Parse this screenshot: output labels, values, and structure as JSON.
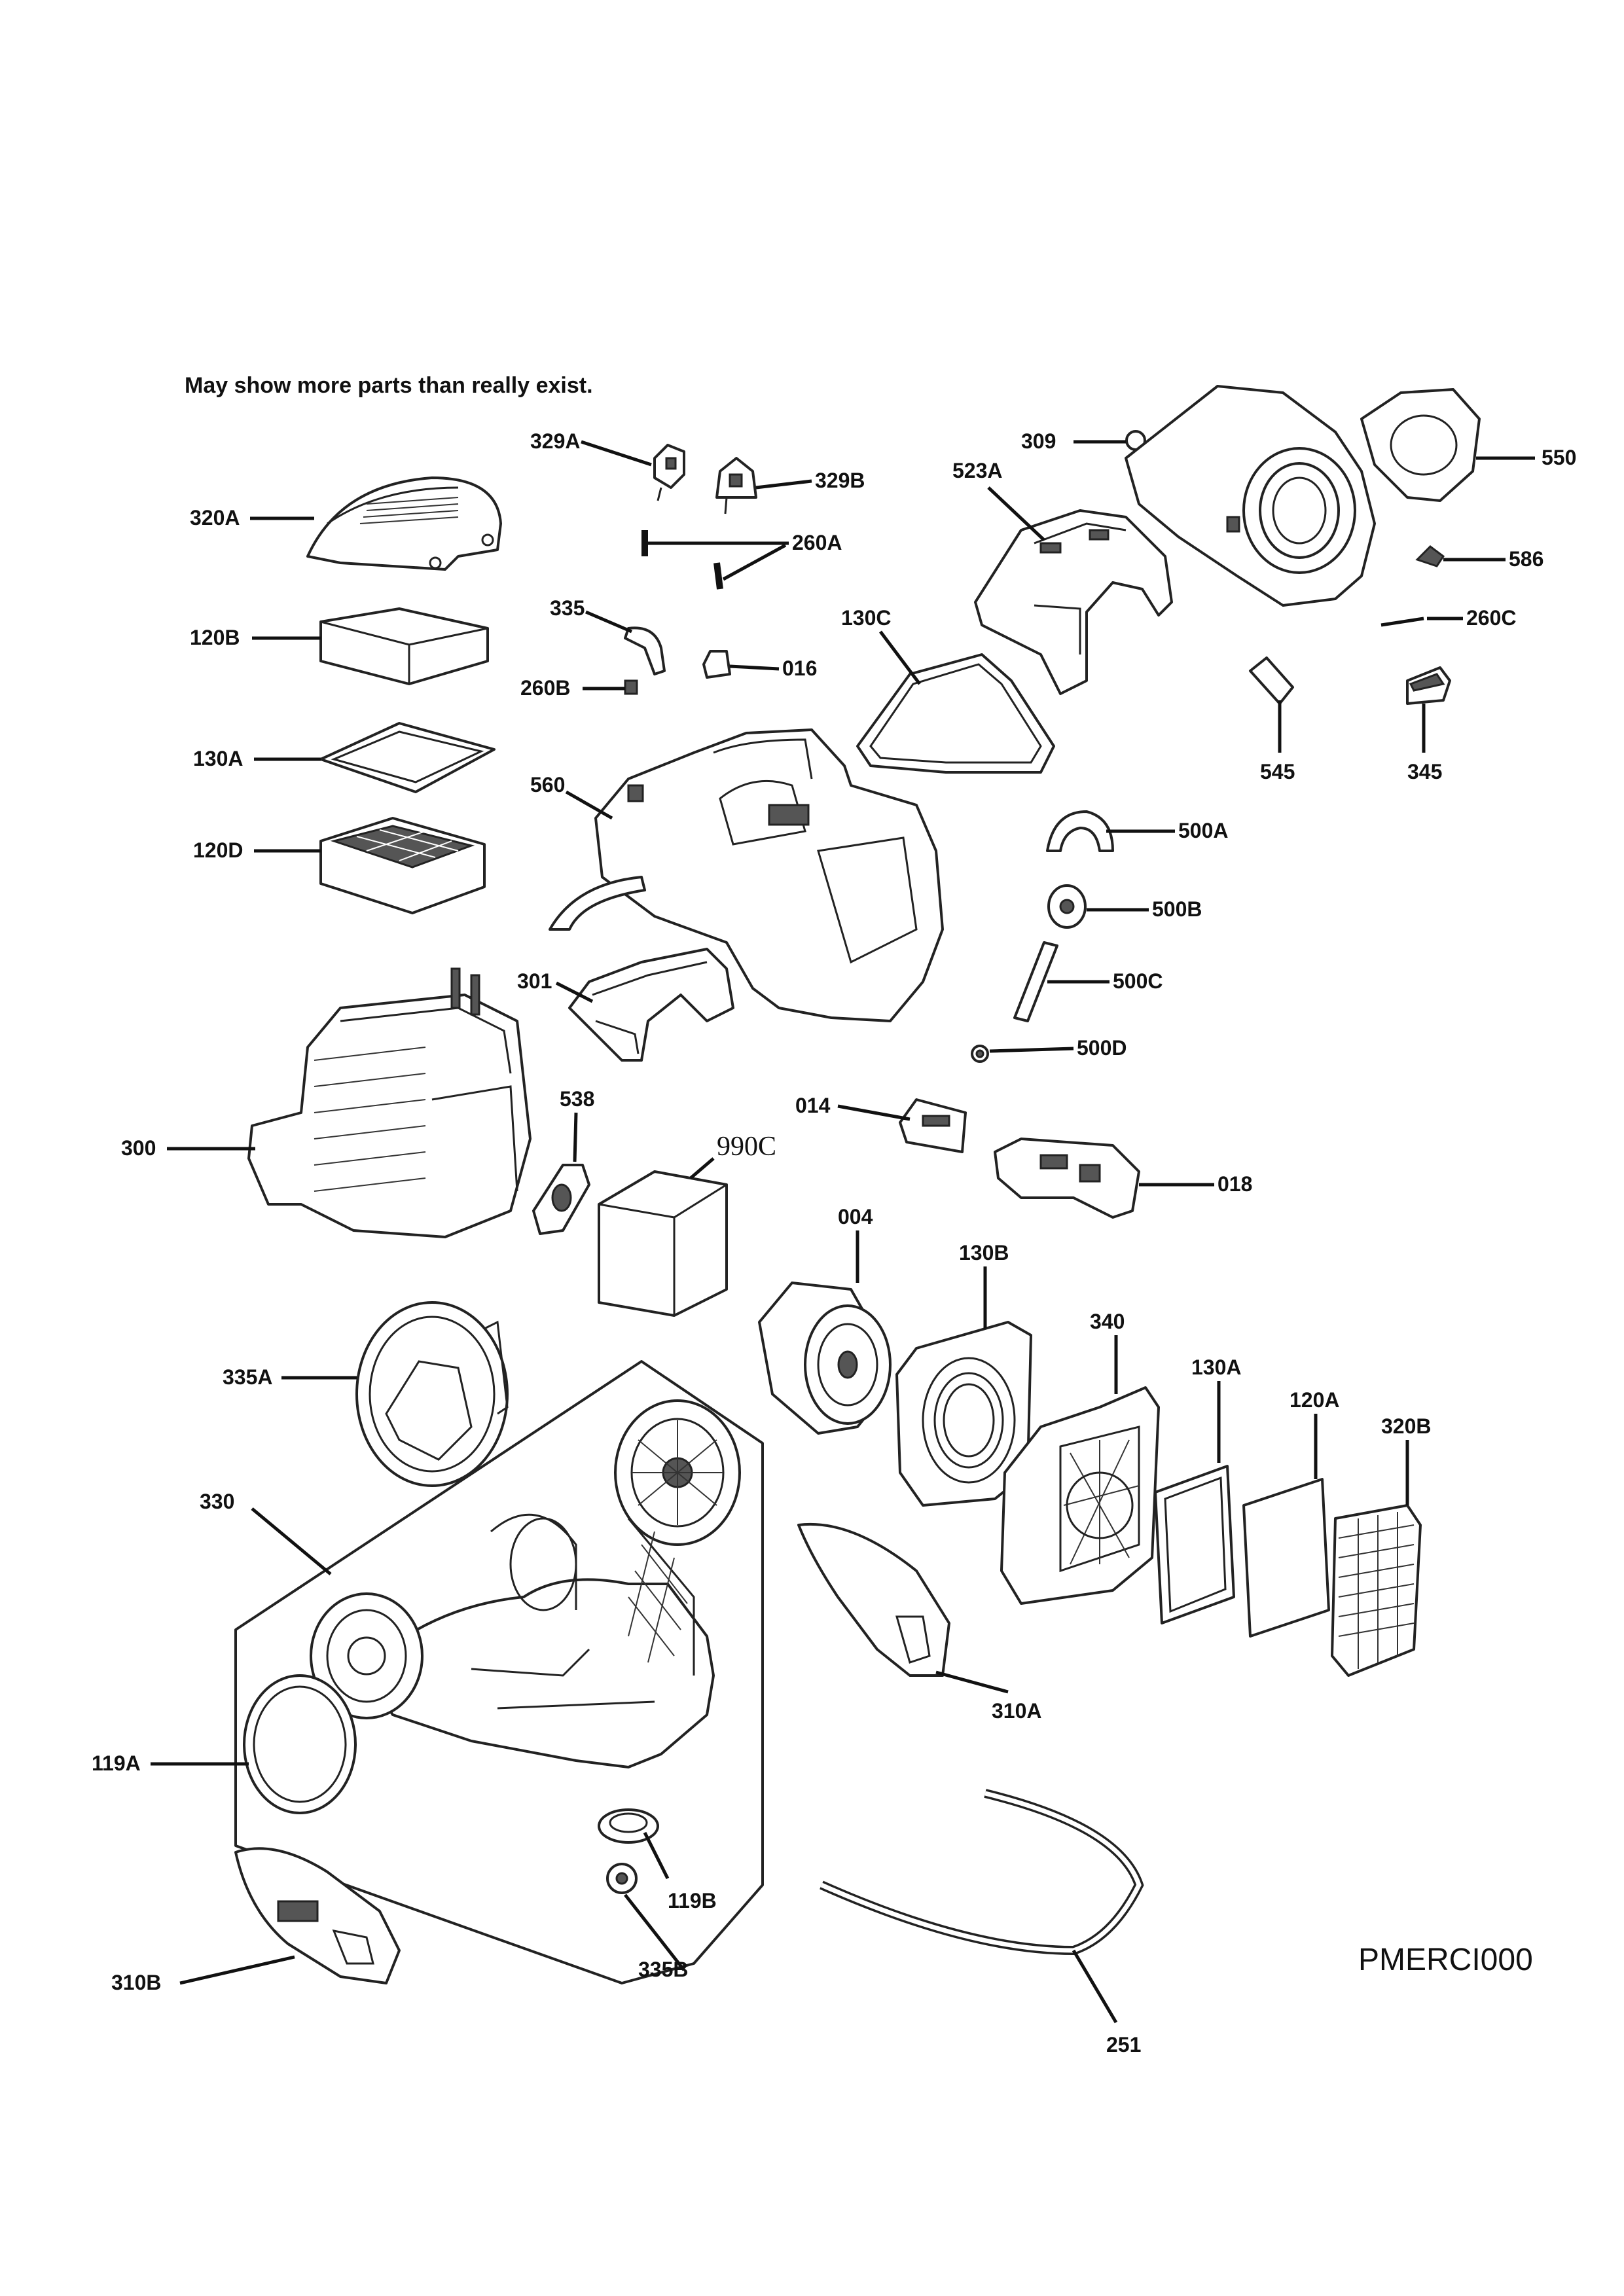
{
  "note": "May show more parts than really exist.",
  "diagram_code": "PMERCI000",
  "labels": {
    "p329A": "329A",
    "p329B": "329B",
    "p309": "309",
    "p523A": "523A",
    "p550": "550",
    "p320A": "320A",
    "p260A": "260A",
    "p586": "586",
    "p335": "335",
    "p130C": "130C",
    "p260C": "260C",
    "p120B": "120B",
    "p016": "016",
    "p260B": "260B",
    "p545": "545",
    "p345": "345",
    "p130A_top": "130A",
    "p560": "560",
    "p500A": "500A",
    "p120D": "120D",
    "p500B": "500B",
    "p301": "301",
    "p500C": "500C",
    "p500D": "500D",
    "p538": "538",
    "p014": "014",
    "p990C": "990C",
    "p300": "300",
    "p018": "018",
    "p004": "004",
    "p130B": "130B",
    "p340": "340",
    "p130A_bottom": "130A",
    "p120A": "120A",
    "p320B": "320B",
    "p335A": "335A",
    "p330": "330",
    "p310A": "310A",
    "p119A": "119A",
    "p119B": "119B",
    "p335B": "335B",
    "p310B": "310B",
    "p251": "251"
  }
}
